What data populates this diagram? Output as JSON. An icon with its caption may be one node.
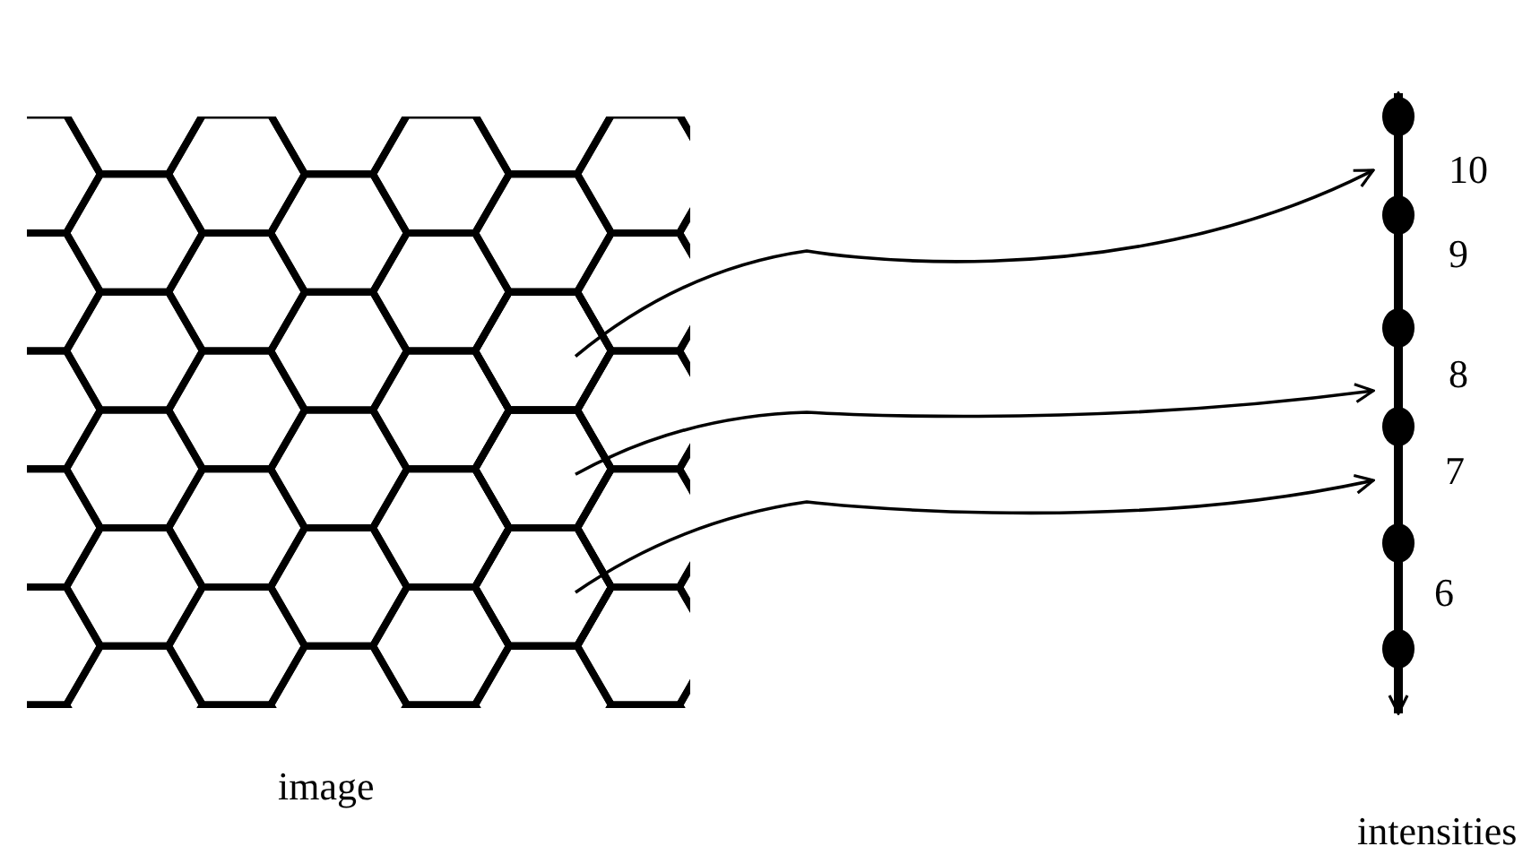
{
  "diagram": {
    "nodes": [
      {
        "text": [],
        "shape": "hexagon"
      },
      {
        "text": [],
        "shape": "hexagon"
      },
      {
        "text": [],
        "shape": "hexagon"
      },
      {
        "text": [],
        "shape": "line"
      }
    ],
    "edges": [
      {
        "from": 0,
        "to": 3,
        "arrow": "to"
      },
      {
        "from": 1,
        "to": 3,
        "arrow": "to"
      },
      {
        "from": 2,
        "to": 3,
        "arrow": "to"
      }
    ],
    "labels": [
      "10",
      "9",
      "8",
      "7",
      "6",
      "image",
      "intensities"
    ]
  }
}
